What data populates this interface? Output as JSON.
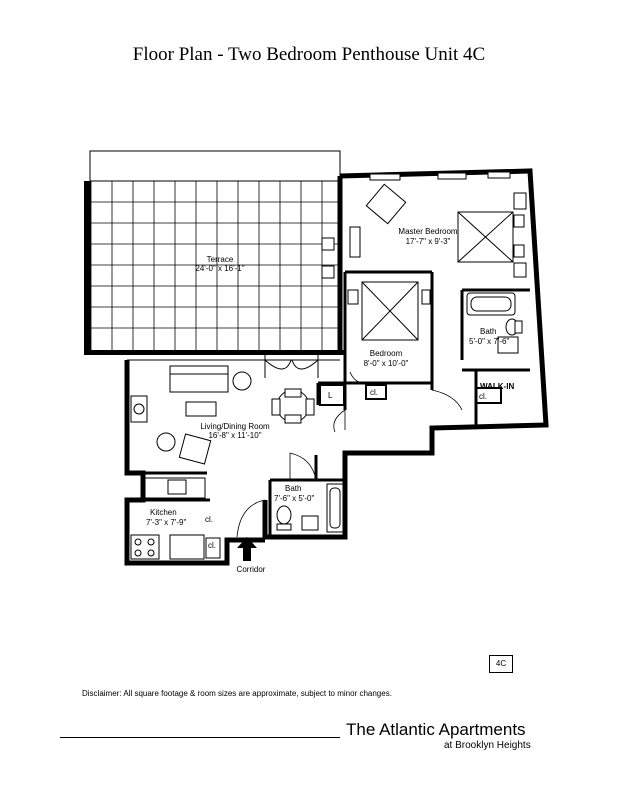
{
  "title": "Floor Plan - Two Bedroom Penthouse Unit 4C",
  "rooms": {
    "terrace": {
      "name": "Terrace",
      "dims": "24'-0\" x 16'-1\""
    },
    "master_bedroom": {
      "name": "Master Bedroom",
      "dims": "17'-7\" x 9'-3\""
    },
    "bedroom": {
      "name": "Bedroom",
      "dims": "8'-0\" x 10'-0\""
    },
    "bath_master": {
      "name": "Bath",
      "dims": "5'-0\" x 7'-6\""
    },
    "walk_in": {
      "name": "WALK-IN"
    },
    "living_dining": {
      "name": "Living/Dining Room",
      "dims": "16'-8\" x 11'-10\""
    },
    "kitchen": {
      "name": "Kitchen",
      "dims": "7'-3\" x 7'-9\""
    },
    "bath_hall": {
      "name": "Bath",
      "dims": "7'-6\" x 5'-0\""
    }
  },
  "closet_label": "cl.",
  "linen_label": "L",
  "corridor_label": "Corridor",
  "unit_tag": "4C",
  "disclaimer": "Disclaimer:  All square footage & room sizes are approximate, subject to minor changes.",
  "brand": {
    "name": "The Atlantic Apartments",
    "sub": "at Brooklyn Heights"
  }
}
